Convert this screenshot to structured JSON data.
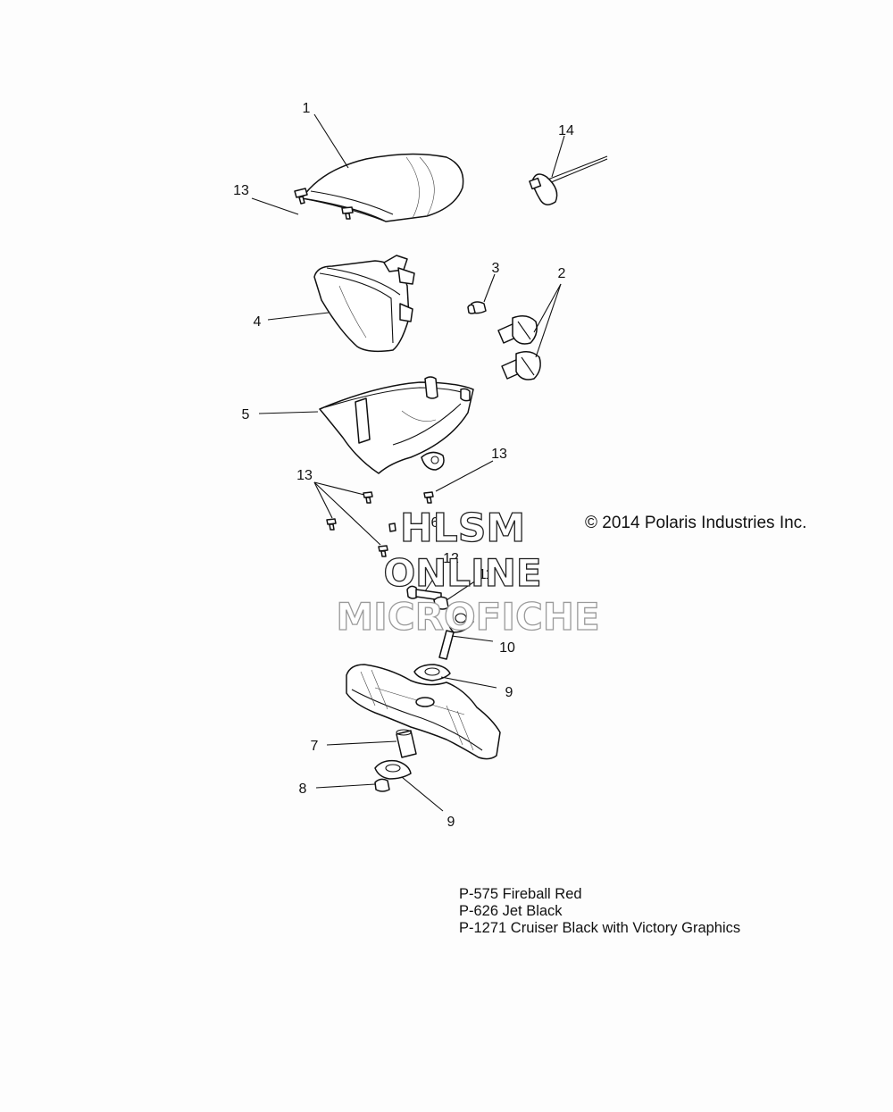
{
  "callouts": {
    "c1": "1",
    "c2": "2",
    "c3": "3",
    "c4": "4",
    "c5": "5",
    "c6": "6",
    "c7": "7",
    "c8": "8",
    "c9a": "9",
    "c9b": "9",
    "c10": "10",
    "c11": "11",
    "c12": "12",
    "c13a": "13",
    "c13b": "13",
    "c13c": "13",
    "c14": "14"
  },
  "copyright": "© 2014 Polaris Industries Inc.",
  "watermark": {
    "line1": "HLSM",
    "line2": "ONLINE",
    "line3": "MICROFICHE"
  },
  "paint_codes": [
    "P-575  Fireball Red",
    "P-626  Jet Black",
    "P-1271 Cruiser Black with Victory Graphics"
  ]
}
